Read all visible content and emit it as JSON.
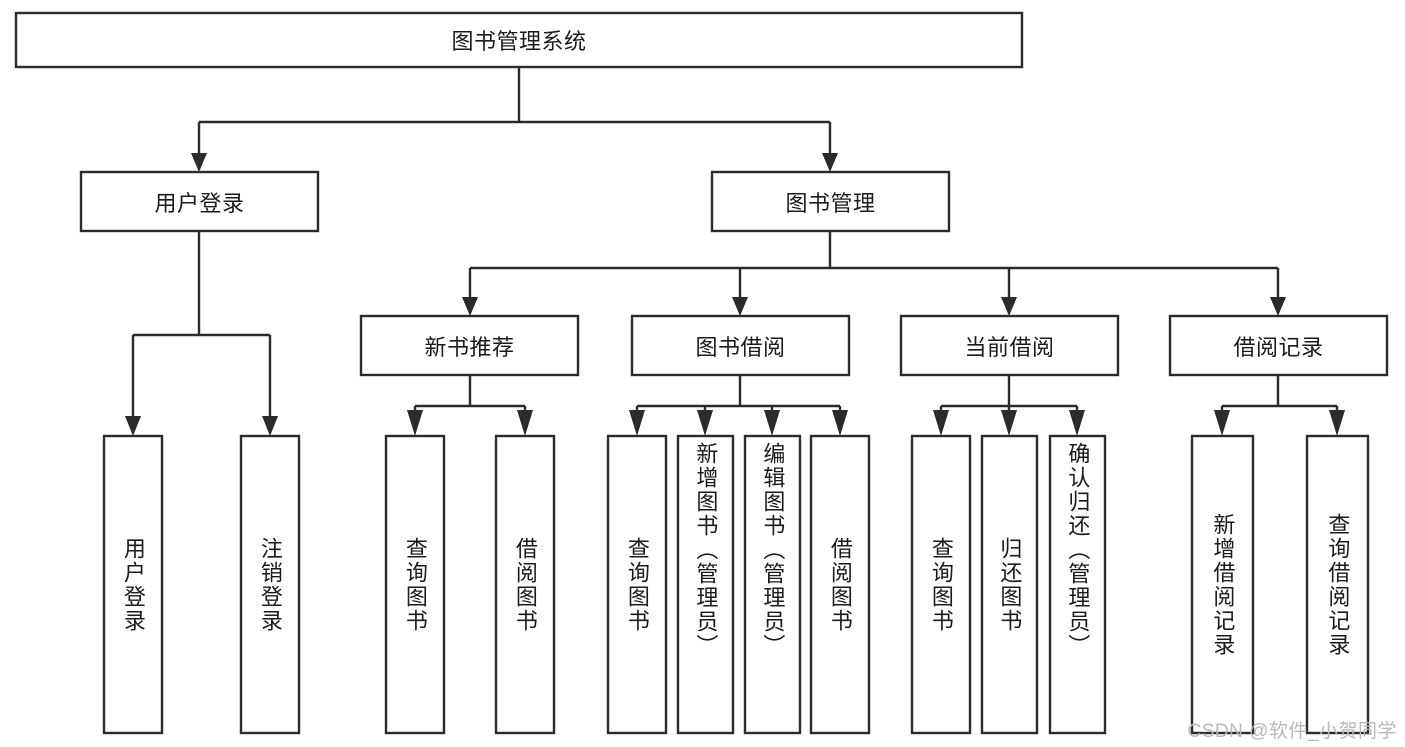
{
  "diagram": {
    "type": "tree-hierarchy",
    "background": "#ffffff",
    "line_color": "#2b2b2b",
    "text_color": "#1b1b1b",
    "root": {
      "id": "root",
      "label": "图书管理系统"
    },
    "level2": [
      {
        "id": "user-login",
        "label": "用户登录"
      },
      {
        "id": "book-manage",
        "label": "图书管理"
      }
    ],
    "level3": [
      {
        "id": "new-book-recommend",
        "label": "新书推荐",
        "parent": "book-manage"
      },
      {
        "id": "book-borrow",
        "label": "图书借阅",
        "parent": "book-manage"
      },
      {
        "id": "current-borrow",
        "label": "当前借阅",
        "parent": "book-manage"
      },
      {
        "id": "borrow-record",
        "label": "借阅记录",
        "parent": "book-manage"
      }
    ],
    "leaves": [
      {
        "id": "leaf-user-login",
        "label": "用户登录",
        "parent": "user-login"
      },
      {
        "id": "leaf-user-logout",
        "label": "注销登录",
        "parent": "user-login"
      },
      {
        "id": "leaf-query-book-1",
        "label": "查询图书",
        "parent": "new-book-recommend"
      },
      {
        "id": "leaf-borrow-book-1",
        "label": "借阅图书",
        "parent": "new-book-recommend"
      },
      {
        "id": "leaf-query-book-2",
        "label": "查询图书",
        "parent": "book-borrow"
      },
      {
        "id": "leaf-add-book",
        "label": "新增图书（管理员）",
        "parent": "book-borrow"
      },
      {
        "id": "leaf-edit-book",
        "label": "编辑图书（管理员）",
        "parent": "book-borrow"
      },
      {
        "id": "leaf-borrow-book-2",
        "label": "借阅图书",
        "parent": "book-borrow"
      },
      {
        "id": "leaf-query-book-3",
        "label": "查询图书",
        "parent": "current-borrow"
      },
      {
        "id": "leaf-return-book",
        "label": "归还图书",
        "parent": "current-borrow"
      },
      {
        "id": "leaf-confirm-return",
        "label": "确认归还（管理员）",
        "parent": "current-borrow"
      },
      {
        "id": "leaf-add-record",
        "label": "新增借阅记录",
        "parent": "borrow-record"
      },
      {
        "id": "leaf-query-record",
        "label": "查询借阅记录",
        "parent": "borrow-record"
      }
    ],
    "watermark": "CSDN @软件_小贺同学"
  }
}
